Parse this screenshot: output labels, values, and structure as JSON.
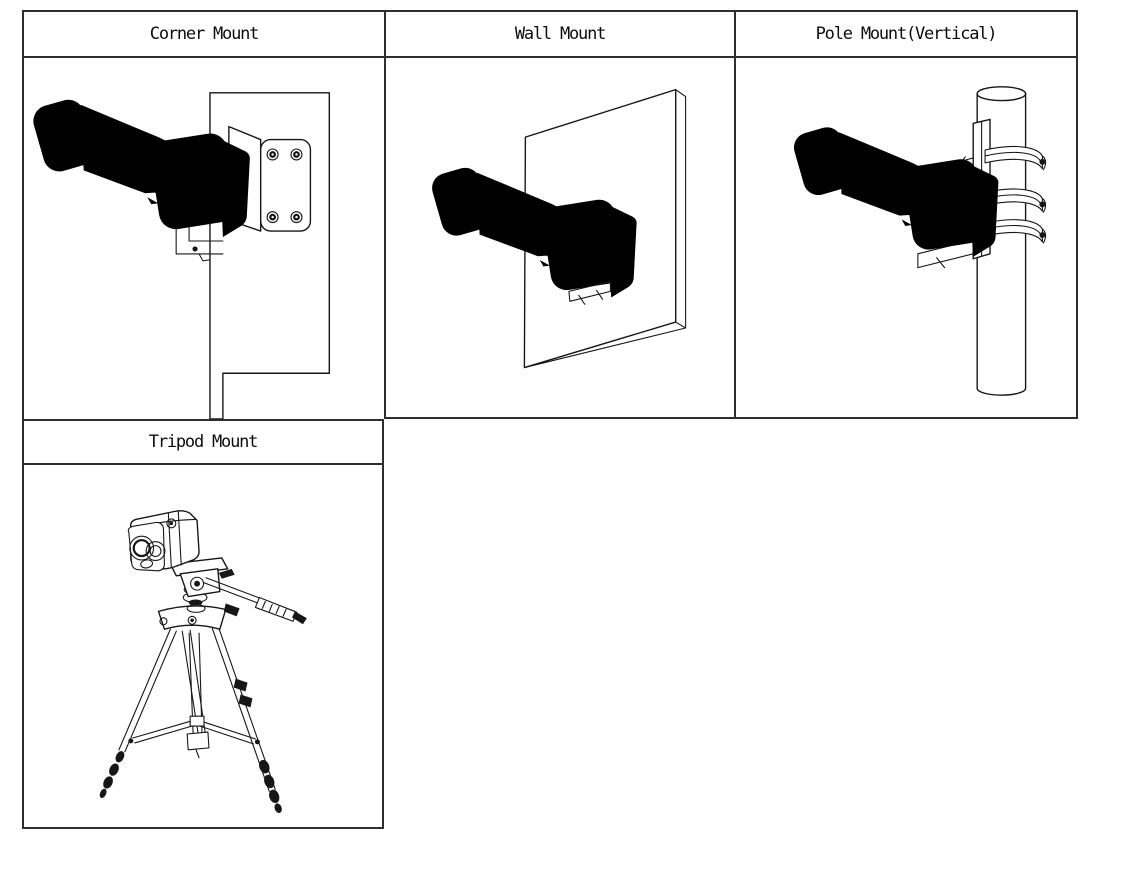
{
  "figure": {
    "title": "Camera mounting options table",
    "background": "#ffffff",
    "border_color": "#2e2e2e",
    "ink_color": "#161616",
    "cells": [
      {
        "id": "corner",
        "label": "Corner Mount",
        "drawing": "bullet camera on junction box fixed to corner bracket plate with 4 screws on wall corner"
      },
      {
        "id": "wall",
        "label": "Wall Mount",
        "drawing": "bullet camera on junction box fixed to flat wall panel"
      },
      {
        "id": "pole",
        "label": "Pole Mount(Vertical)",
        "drawing": "bullet camera on junction box strapped to vertical pole with 3 band clamps"
      },
      {
        "id": "tripod",
        "label": "Tripod Mount",
        "drawing": "dual-lens camera on tripod head with pan handle and three legs"
      }
    ]
  }
}
